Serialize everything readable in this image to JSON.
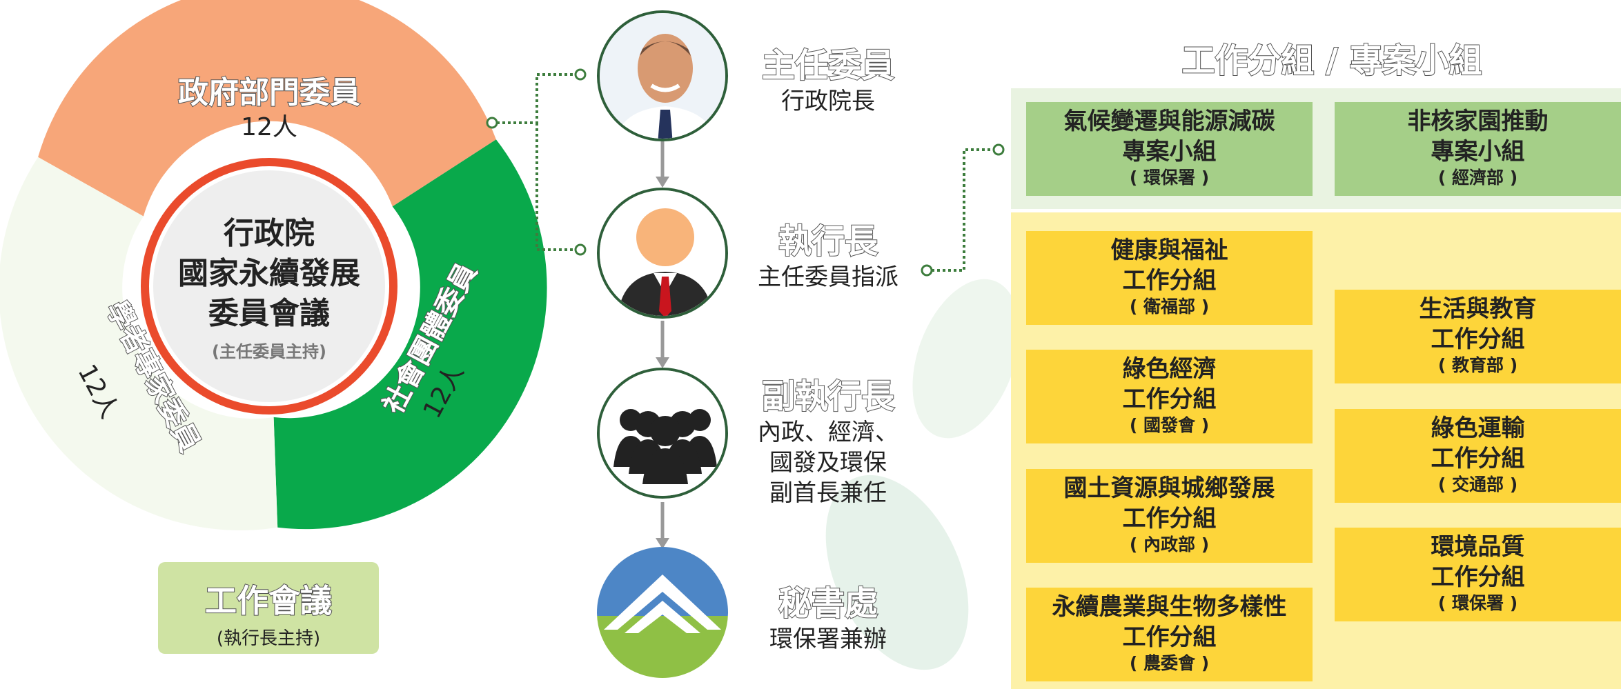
{
  "council": {
    "name_line1": "行政院",
    "name_line2": "國家永續發展",
    "name_line3": "委員會議",
    "host": "(主任委員主持)",
    "segments": [
      {
        "label": "政府部門委員",
        "count": "12人",
        "color": "#f7a679"
      },
      {
        "label": "社會團體委員",
        "count": "12人",
        "color": "#09a94b"
      },
      {
        "label": "學者專家委員",
        "count": "12人",
        "color": "#f4f9ee"
      }
    ]
  },
  "work_meeting": {
    "title": "工作會議",
    "host": "(執行長主持)"
  },
  "hierarchy": [
    {
      "title": "主任委員",
      "desc": [
        "行政院長"
      ]
    },
    {
      "title": "執行長",
      "desc": [
        "主任委員指派"
      ]
    },
    {
      "title": "副執行長",
      "desc": [
        "內政、經濟、",
        "國發及環保",
        "副首長兼任"
      ]
    },
    {
      "title": "秘書處",
      "desc": [
        "環保署兼辦"
      ]
    }
  ],
  "panel": {
    "title": "工作分組 / 專案小組",
    "project_groups": [
      {
        "name1": "氣候變遷與能源減碳",
        "name2": "專案小組",
        "dept": "( 環保署 )"
      },
      {
        "name1": "非核家園推動",
        "name2": "專案小組",
        "dept": "( 經濟部 )"
      }
    ],
    "work_groups_left": [
      {
        "name1": "健康與福祉",
        "name2": "工作分組",
        "dept": "( 衛福部 )"
      },
      {
        "name1": "綠色經濟",
        "name2": "工作分組",
        "dept": "( 國發會 )"
      },
      {
        "name1": "國土資源與城鄉發展",
        "name2": "工作分組",
        "dept": "( 內政部 )"
      },
      {
        "name1": "永續農業與生物多樣性",
        "name2": "工作分組",
        "dept": "( 農委會 )"
      }
    ],
    "work_groups_right": [
      {
        "name1": "生活與教育",
        "name2": "工作分組",
        "dept": "( 教育部 )"
      },
      {
        "name1": "綠色運輸",
        "name2": "工作分組",
        "dept": "( 交通部 )"
      },
      {
        "name1": "環境品質",
        "name2": "工作分組",
        "dept": "( 環保署 )"
      }
    ]
  },
  "colors": {
    "connector": "#3d7d3d",
    "arrow": "#999999",
    "project": "#a5cf88",
    "work": "#fdd53a",
    "panel_bg": "#fdf1a8"
  }
}
